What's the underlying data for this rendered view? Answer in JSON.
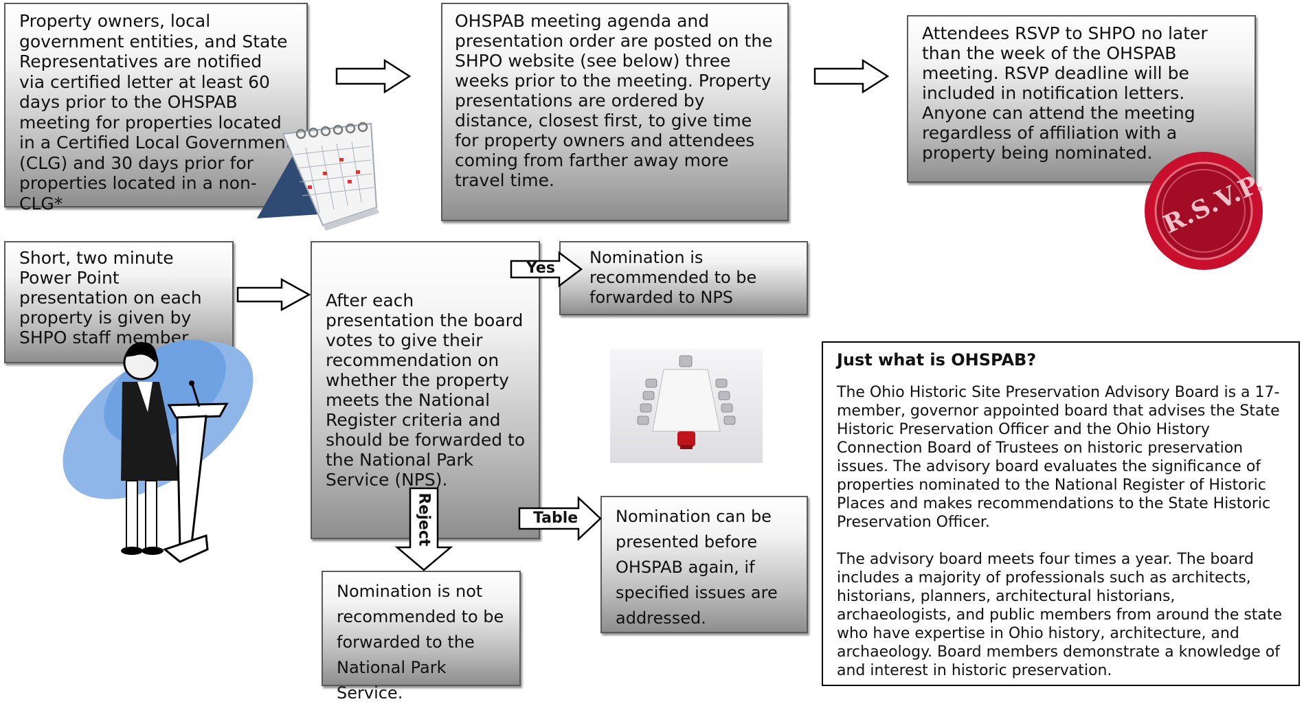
{
  "steps": {
    "notify": "Property owners, local government entities, and State Representatives are notified via certified letter at least 60 days prior to the OHSPAB meeting for properties located in a Certified Local Government (CLG) and 30 days prior for properties located in a non-CLG*",
    "agenda": "OHSPAB meeting agenda and presentation order are posted on the SHPO website (see below) three weeks prior to the meeting. Property presentations are ordered by distance, closest first, to give time for property owners and attendees coming from farther away more travel time.",
    "rsvp": "Attendees RSVP to SHPO no later than the week of the OHSPAB meeting. RSVP deadline will be included in notification letters. Anyone can attend the meeting regardless of affiliation with a property being nominated.",
    "presentation": "Short, two minute Power Point presentation on each property is given by SHPO staff member.",
    "vote": "After each presentation the board votes to give their recommendation on whether the property meets the National Register criteria and should be forwarded to the National Park Service (NPS).",
    "yes_result": "Nomination is recommended to be forwarded to NPS",
    "table_result": "Nomination can be presented before OHSPAB again, if specified issues are addressed.",
    "reject_result": "Nomination is not recommended to be forwarded to the National Park Service."
  },
  "arrows": {
    "yes": "Yes",
    "table": "Table",
    "reject": "Reject"
  },
  "info": {
    "title": "Just what is OHSPAB?",
    "paragraph1": "The Ohio Historic Site Preservation Advisory Board is a 17-member, governor appointed board that advises the State Historic Preservation Officer and the Ohio History Connection Board of Trustees on historic preservation issues. The advisory board evaluates the significance of properties nominated to the National Register of Historic Places and makes recommendations to the State Historic Preservation Officer.",
    "paragraph2": "The advisory board meets four times a year. The board includes a majority of professionals such as architects, historians, planners, architectural historians, archaeologists, and public members from around the state who have expertise in Ohio history, architecture, and archaeology. Board members demonstrate a knowledge of and interest in historic preservation."
  },
  "seal": {
    "text": "R.S.V.P.",
    "color": "#c8102e"
  }
}
